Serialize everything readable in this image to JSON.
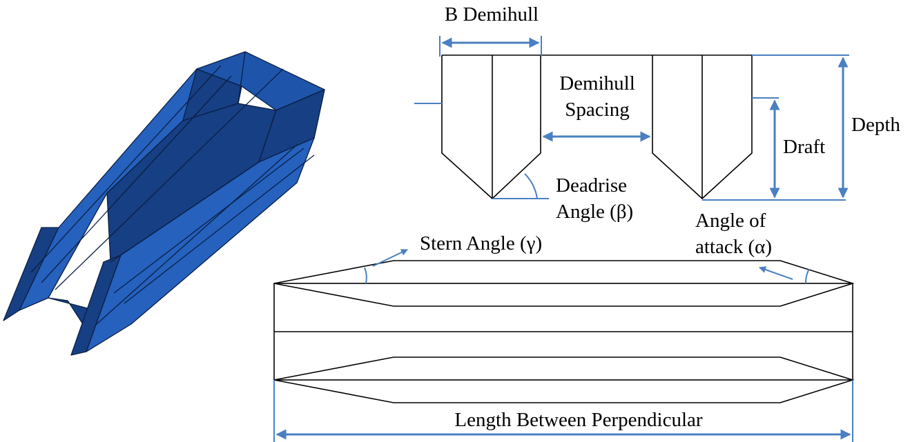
{
  "labels": {
    "b_demihull": "B Demihull",
    "demihull_spacing_1": "Demihull",
    "demihull_spacing_2": "Spacing",
    "depth": "Depth",
    "draft": "Draft",
    "deadrise_1": "Deadrise",
    "deadrise_2": "Angle (β)",
    "angle_attack_1": "Angle of",
    "angle_attack_2": "attack (α)",
    "stern_angle": "Stern Angle (γ)",
    "length_between_perpendicular": "Length Between Perpendicular"
  },
  "colors": {
    "dimension": "#4a7fc1",
    "hull_dark": "#173f83",
    "hull_mid": "#1e55ab",
    "hull_light": "#2561bd",
    "outline": "#000000"
  }
}
